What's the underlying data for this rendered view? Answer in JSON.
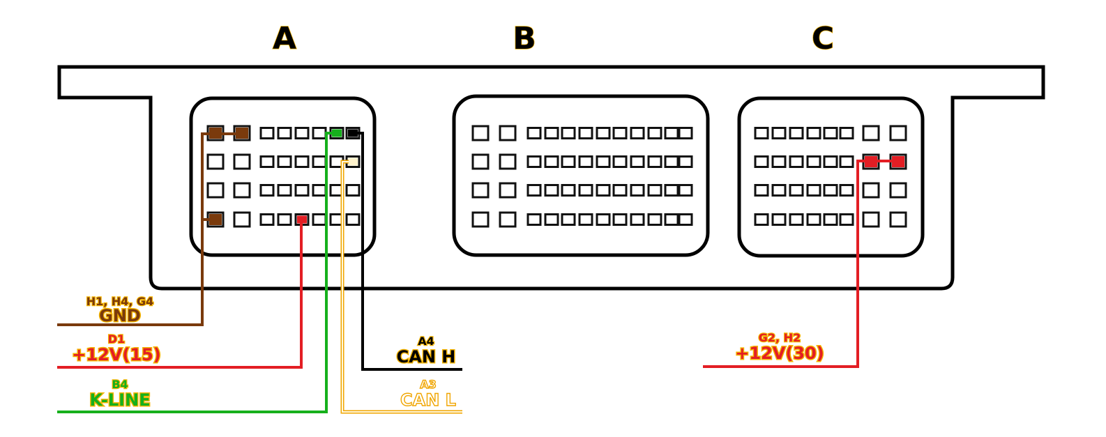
{
  "connectors": [
    {
      "label": "A",
      "rows": 4,
      "large_cols": 2,
      "small_cols": 6,
      "highlighted_pins": [
        {
          "row": 0,
          "col": 0,
          "color": "#7a3a0c"
        },
        {
          "row": 0,
          "col": 1,
          "color": "#7a3a0c"
        },
        {
          "row": 3,
          "col": 0,
          "color": "#7a3a0c"
        },
        {
          "row": 3,
          "col": 4,
          "color": "#e31e24"
        },
        {
          "row": 0,
          "col": 6,
          "color": "#16b01c"
        },
        {
          "row": 0,
          "col": 7,
          "color": "#000000"
        },
        {
          "row": 1,
          "col": 7,
          "color": "#fff3cc"
        }
      ]
    },
    {
      "label": "B",
      "rows": 4,
      "large_cols": 2,
      "small_cols": 10,
      "highlighted_pins": []
    },
    {
      "label": "C",
      "rows": 4,
      "large_cols": 2,
      "small_cols": 6,
      "highlighted_pins": [
        {
          "row": 1,
          "col": 6,
          "color": "#e31e24"
        },
        {
          "row": 1,
          "col": 7,
          "color": "#e31e24"
        }
      ]
    }
  ],
  "signals": [
    {
      "id": "gnd",
      "pins": "H1, H4, G4",
      "name": "GND",
      "color": "#7a3a0c"
    },
    {
      "id": "ign",
      "pins": "D1",
      "name": "+12V(15)",
      "color": "#e31e24"
    },
    {
      "id": "kline",
      "pins": "B4",
      "name": "K-LINE",
      "color": "#16b01c"
    },
    {
      "id": "canh",
      "pins": "A4",
      "name": "CAN H",
      "color": "#000000"
    },
    {
      "id": "canl",
      "pins": "A3",
      "name": "CAN L",
      "color": "#f0a500"
    },
    {
      "id": "bat",
      "pins": "G2, H2",
      "name": "+12V(30)",
      "color": "#e31e24"
    }
  ]
}
